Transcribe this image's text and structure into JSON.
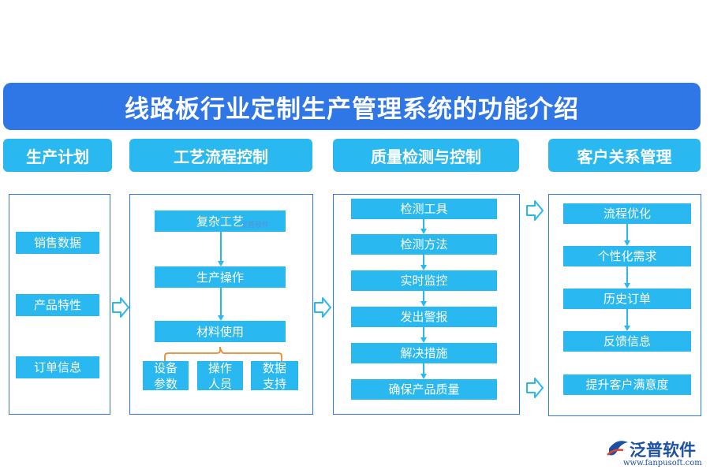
{
  "title": "线路板行业定制生产管理系统的功能介绍",
  "columns": [
    {
      "header": "生产计划",
      "items": [
        "销售数据",
        "产品特性",
        "订单信息"
      ]
    },
    {
      "header": "工艺流程控制",
      "items": [
        "复杂工艺",
        "生产操作",
        "材料使用"
      ],
      "sub_items": [
        "设备\n参数",
        "操作\n人员",
        "数据\n支持"
      ]
    },
    {
      "header": "质量检测与控制",
      "items": [
        "检测工具",
        "检测方法",
        "实时监控",
        "发出警报",
        "解决措施",
        "确保产品质量"
      ]
    },
    {
      "header": "客户关系管理",
      "items": [
        "流程优化",
        "个性化需求",
        "历史订单",
        "反馈信息",
        "提升客户满意度"
      ]
    }
  ],
  "watermark": "泛普软件",
  "logo": {
    "name": "泛普软件",
    "url": "www.fanpusoft.com"
  },
  "colors": {
    "title_bg": "#2f76e6",
    "header_bg": "#29b8ef",
    "box_bg": "#29b8ef",
    "bracket": "#e88a2e"
  }
}
